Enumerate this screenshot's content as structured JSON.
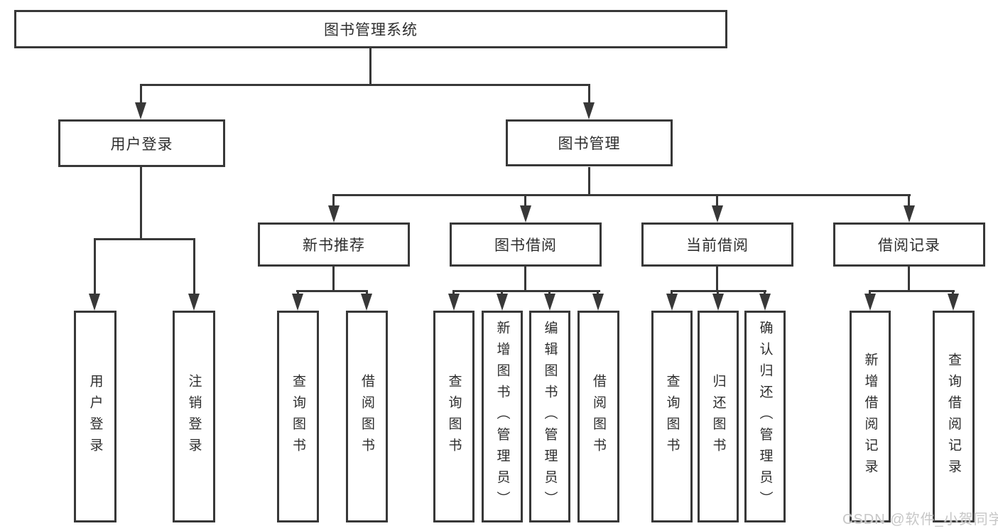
{
  "diagram": {
    "title": "图书管理系统",
    "type": "tree",
    "nodes": {
      "root": {
        "label": "图书管理系统"
      },
      "user_login": {
        "label": "用户登录"
      },
      "book_management": {
        "label": "图书管理"
      },
      "new_book_recommend": {
        "label": "新书推荐"
      },
      "book_borrowing": {
        "label": "图书借阅"
      },
      "current_borrowing": {
        "label": "当前借阅"
      },
      "borrow_records": {
        "label": "借阅记录"
      },
      "leaf_user_login": {
        "label": "用户登录"
      },
      "leaf_logout": {
        "label": "注销登录"
      },
      "leaf_nbr_query_books": {
        "label": "查询图书"
      },
      "leaf_nbr_borrow_books": {
        "label": "借阅图书"
      },
      "leaf_bb_query_books": {
        "label": "查询图书"
      },
      "leaf_bb_add_books": {
        "label": "新增图书（管理员）"
      },
      "leaf_bb_edit_books": {
        "label": "编辑图书（管理员）"
      },
      "leaf_bb_borrow_books": {
        "label": "借阅图书"
      },
      "leaf_cb_query_books": {
        "label": "查询图书"
      },
      "leaf_cb_return_books": {
        "label": "归还图书"
      },
      "leaf_cb_confirm_return": {
        "label": "确认归还（管理员）"
      },
      "leaf_br_add_record": {
        "label": "新增借阅记录"
      },
      "leaf_br_query_record": {
        "label": "查询借阅记录"
      }
    },
    "edges": [
      {
        "from": "图书管理系统",
        "to": [
          "用户登录",
          "图书管理"
        ]
      },
      {
        "from": "用户登录",
        "to": [
          "用户登录",
          "注销登录"
        ]
      },
      {
        "from": "图书管理",
        "to": [
          "新书推荐",
          "图书借阅",
          "当前借阅",
          "借阅记录"
        ]
      },
      {
        "from": "新书推荐",
        "to": [
          "查询图书",
          "借阅图书"
        ]
      },
      {
        "from": "图书借阅",
        "to": [
          "查询图书",
          "新增图书（管理员）",
          "编辑图书（管理员）",
          "借阅图书"
        ]
      },
      {
        "from": "当前借阅",
        "to": [
          "查询图书",
          "归还图书",
          "确认归还（管理员）"
        ]
      },
      {
        "from": "借阅记录",
        "to": [
          "新增借阅记录",
          "查询借阅记录"
        ]
      }
    ],
    "colors": {
      "line": "#383838",
      "box_border": "#383838",
      "text": "#2e2e2e",
      "background": "#ffffff",
      "watermark": "#c7c7c7"
    },
    "watermark": "CSDN @软件_小贺同学"
  }
}
